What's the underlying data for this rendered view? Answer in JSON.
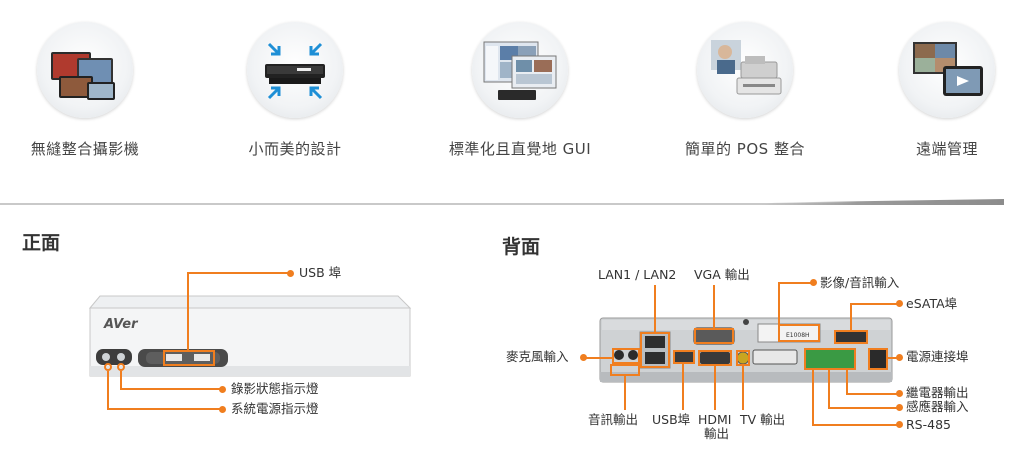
{
  "features": [
    {
      "caption": "無縫整合攝影機",
      "icon": "camera-integration-icon"
    },
    {
      "caption": "小而美的設計",
      "icon": "compact-nvr-icon"
    },
    {
      "caption": "標準化且直覺地 GUI",
      "icon": "gui-screens-icon"
    },
    {
      "caption": "簡單的 POS 整合",
      "icon": "pos-register-icon"
    },
    {
      "caption": "遠端管理",
      "icon": "remote-management-icon"
    }
  ],
  "front": {
    "title": "正面",
    "brand": "AVer",
    "labels": {
      "usb": "USB 埠",
      "record_led": "錄影狀態指示燈",
      "power_led": "系統電源指示燈"
    }
  },
  "back": {
    "title": "背面",
    "model": "E1008H",
    "labels": {
      "lan": "LAN1 / LAN2",
      "vga": "VGA 輸出",
      "av_in": "影像/音訊輸入",
      "esata": "eSATA埠",
      "mic": "麥克風輸入",
      "power": "電源連接埠",
      "relay": "繼電器輸出",
      "sensor": "感應器輸入",
      "rs485": "RS-485",
      "audio_out": "音訊輸出",
      "usb": "USB埠",
      "hdmi_line1": "HDMI",
      "hdmi_line2": "輸出",
      "tv": "TV 輸出"
    }
  },
  "colors": {
    "accent": "#f07e1f",
    "text": "#333333",
    "divider": "#c9c9c9"
  }
}
